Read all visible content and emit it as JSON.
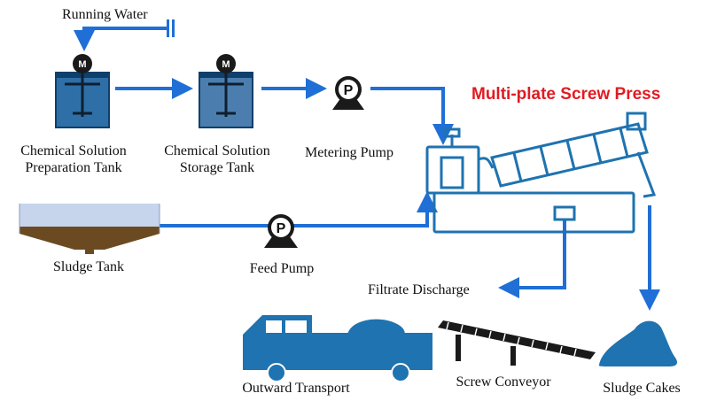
{
  "title": "Multi-plate Screw Press",
  "colors": {
    "flow": "#1f6fd6",
    "equipment": "#1e73b0",
    "title": "#e11b22",
    "sludge": "#6b4a22",
    "tank_liquid": "#2e6fa7"
  },
  "labels": {
    "running_water": "Running Water",
    "prep_tank": [
      "Chemical Solution",
      "Preparation Tank"
    ],
    "storage_tank": [
      "Chemical Solution",
      "Storage Tank"
    ],
    "metering_pump": "Metering Pump",
    "sludge_tank": "Sludge Tank",
    "feed_pump": "Feed Pump",
    "filtrate_discharge": "Filtrate Discharge",
    "outward_transport": "Outward Transport",
    "screw_conveyor": "Screw Conveyor",
    "sludge_cakes": "Sludge Cakes"
  },
  "symbols": {
    "motor": "M",
    "pump": "P"
  }
}
